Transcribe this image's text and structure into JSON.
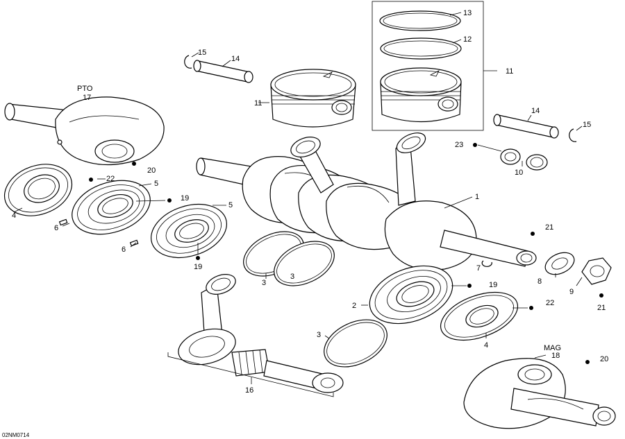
{
  "callouts": {
    "c1": "1",
    "c2": "2",
    "c3a": "3",
    "c3b": "3",
    "c3c": "3",
    "c4a": "4",
    "c4b": "4",
    "c5a": "5",
    "c5b": "5",
    "c6a": "6",
    "c6b": "6",
    "c7": "7",
    "c8": "8",
    "c9": "9",
    "c10": "10",
    "c11a": "11",
    "c11b": "11",
    "c12": "12",
    "c13": "13",
    "c14a": "14",
    "c14b": "14",
    "c15a": "15",
    "c15b": "15",
    "c16": "16",
    "c17": "17",
    "c18": "18",
    "c19a": "19",
    "c19b": "19",
    "c19c": "19",
    "c20a": "20",
    "c20b": "20",
    "c21a": "21",
    "c21b": "21",
    "c22a": "22",
    "c22b": "22",
    "c23": "23"
  },
  "labels": {
    "pto": "PTO",
    "mag": "MAG",
    "drawing_code": "02NM0714"
  }
}
